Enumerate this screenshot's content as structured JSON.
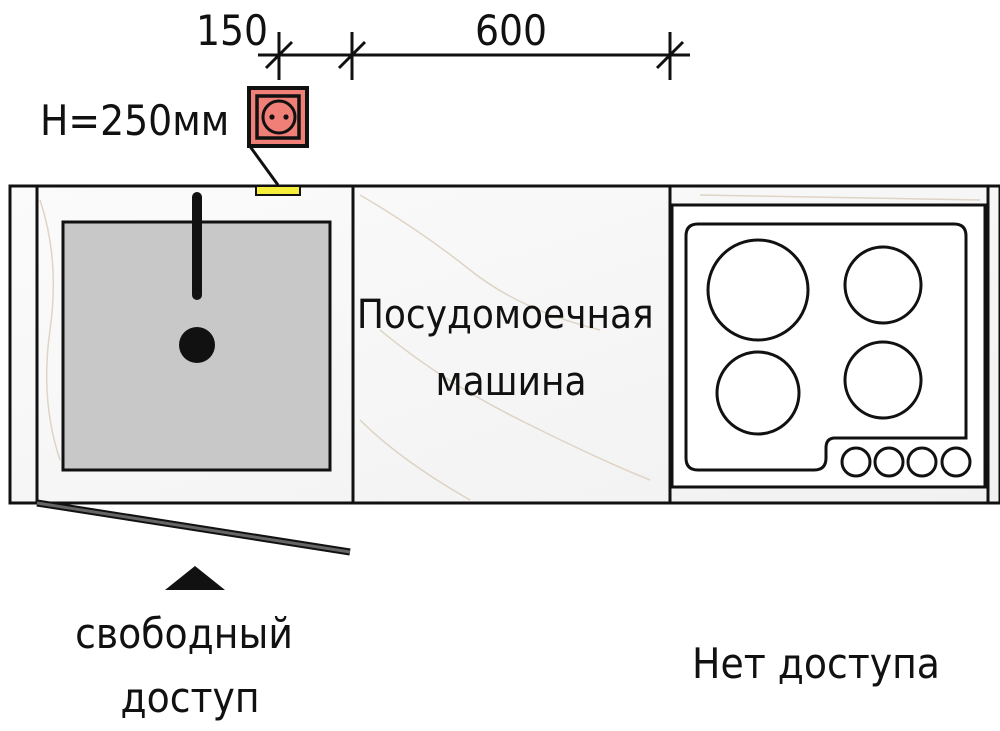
{
  "dimensions": {
    "left": "150",
    "right": "600"
  },
  "socket_height": "H=250мм",
  "dishwasher_label": [
    "Посудомоечная",
    "машина"
  ],
  "free_access_label": [
    "свободный",
    "доступ"
  ],
  "no_access_label": "Нет доступа",
  "colors": {
    "socket": "#f07f78",
    "socket_strip": "#f5ef3c",
    "sink": "#c8c8c8",
    "line": "#111111"
  }
}
